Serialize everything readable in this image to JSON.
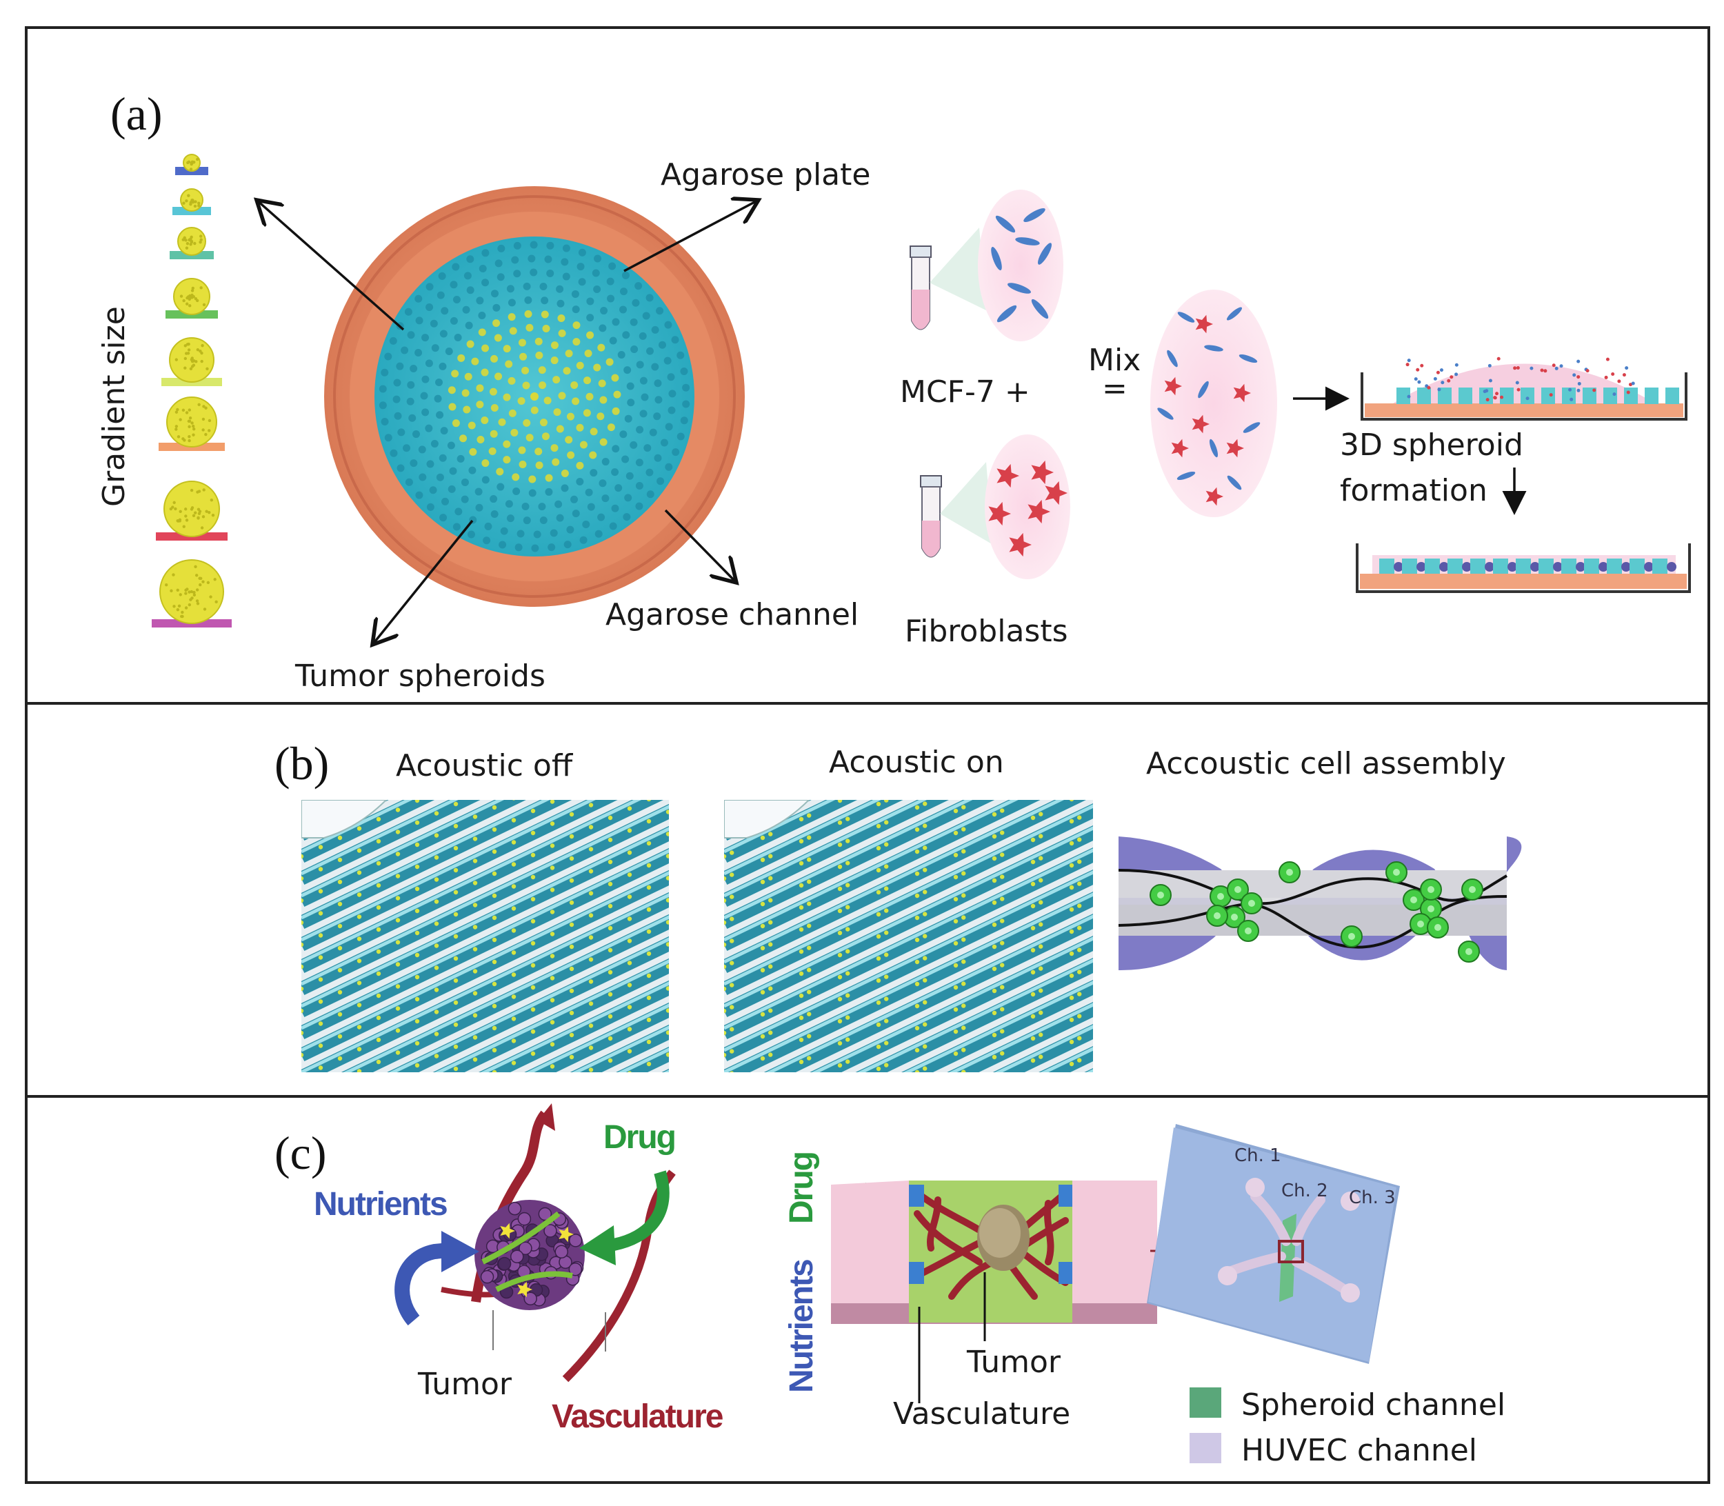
{
  "panel_a": {
    "letter": "(a)",
    "gradient_size": "Gradient size",
    "agarose_plate": "Agarose plate",
    "agarose_channel": "Agarose channel",
    "tumor_spheroids": "Tumor spheroids",
    "mcf7": "MCF-7 +",
    "mix": "Mix",
    "equals": "=",
    "fibroblasts": "Fibroblasts",
    "spheroid_line1": "3D spheroid",
    "spheroid_line2": "formation"
  },
  "panel_b": {
    "letter": "(b)",
    "acoustic_off": "Acoustic off",
    "acoustic_on": "Acoustic on",
    "assembly": "Accoustic cell assembly"
  },
  "panel_c": {
    "letter": "(c)",
    "drug": "Drug",
    "nutrients": "Nutrients",
    "tumor": "Tumor",
    "vasculature": "Vasculature",
    "drug_vertical": "Drug",
    "nutrients_vertical": "Nutrients",
    "tumor_chip": "Tumor",
    "vasculature_chip": "Vasculature",
    "ch1": "Ch. 1",
    "ch2": "Ch. 2",
    "ch3": "Ch. 3",
    "legend": [
      {
        "label": "Spheroid channel",
        "color": "#5aa77a"
      },
      {
        "label": "HUVEC channel",
        "color": "#cfc8e6"
      }
    ]
  },
  "colors": {
    "agarose_orange": "#e9926b",
    "medium_cyan": "#35b6c8",
    "spheroid_yellow": "#e3df2a",
    "mcf7_blue": "#4a7fc8",
    "fibroblast_red": "#d8404a",
    "acoustic_purple": "#7f7bc6",
    "cell_green": "#44cc44",
    "drug_green": "#2a9a3e",
    "nutrients_blue": "#3d58b4",
    "vasculature_red": "#9c2330"
  }
}
